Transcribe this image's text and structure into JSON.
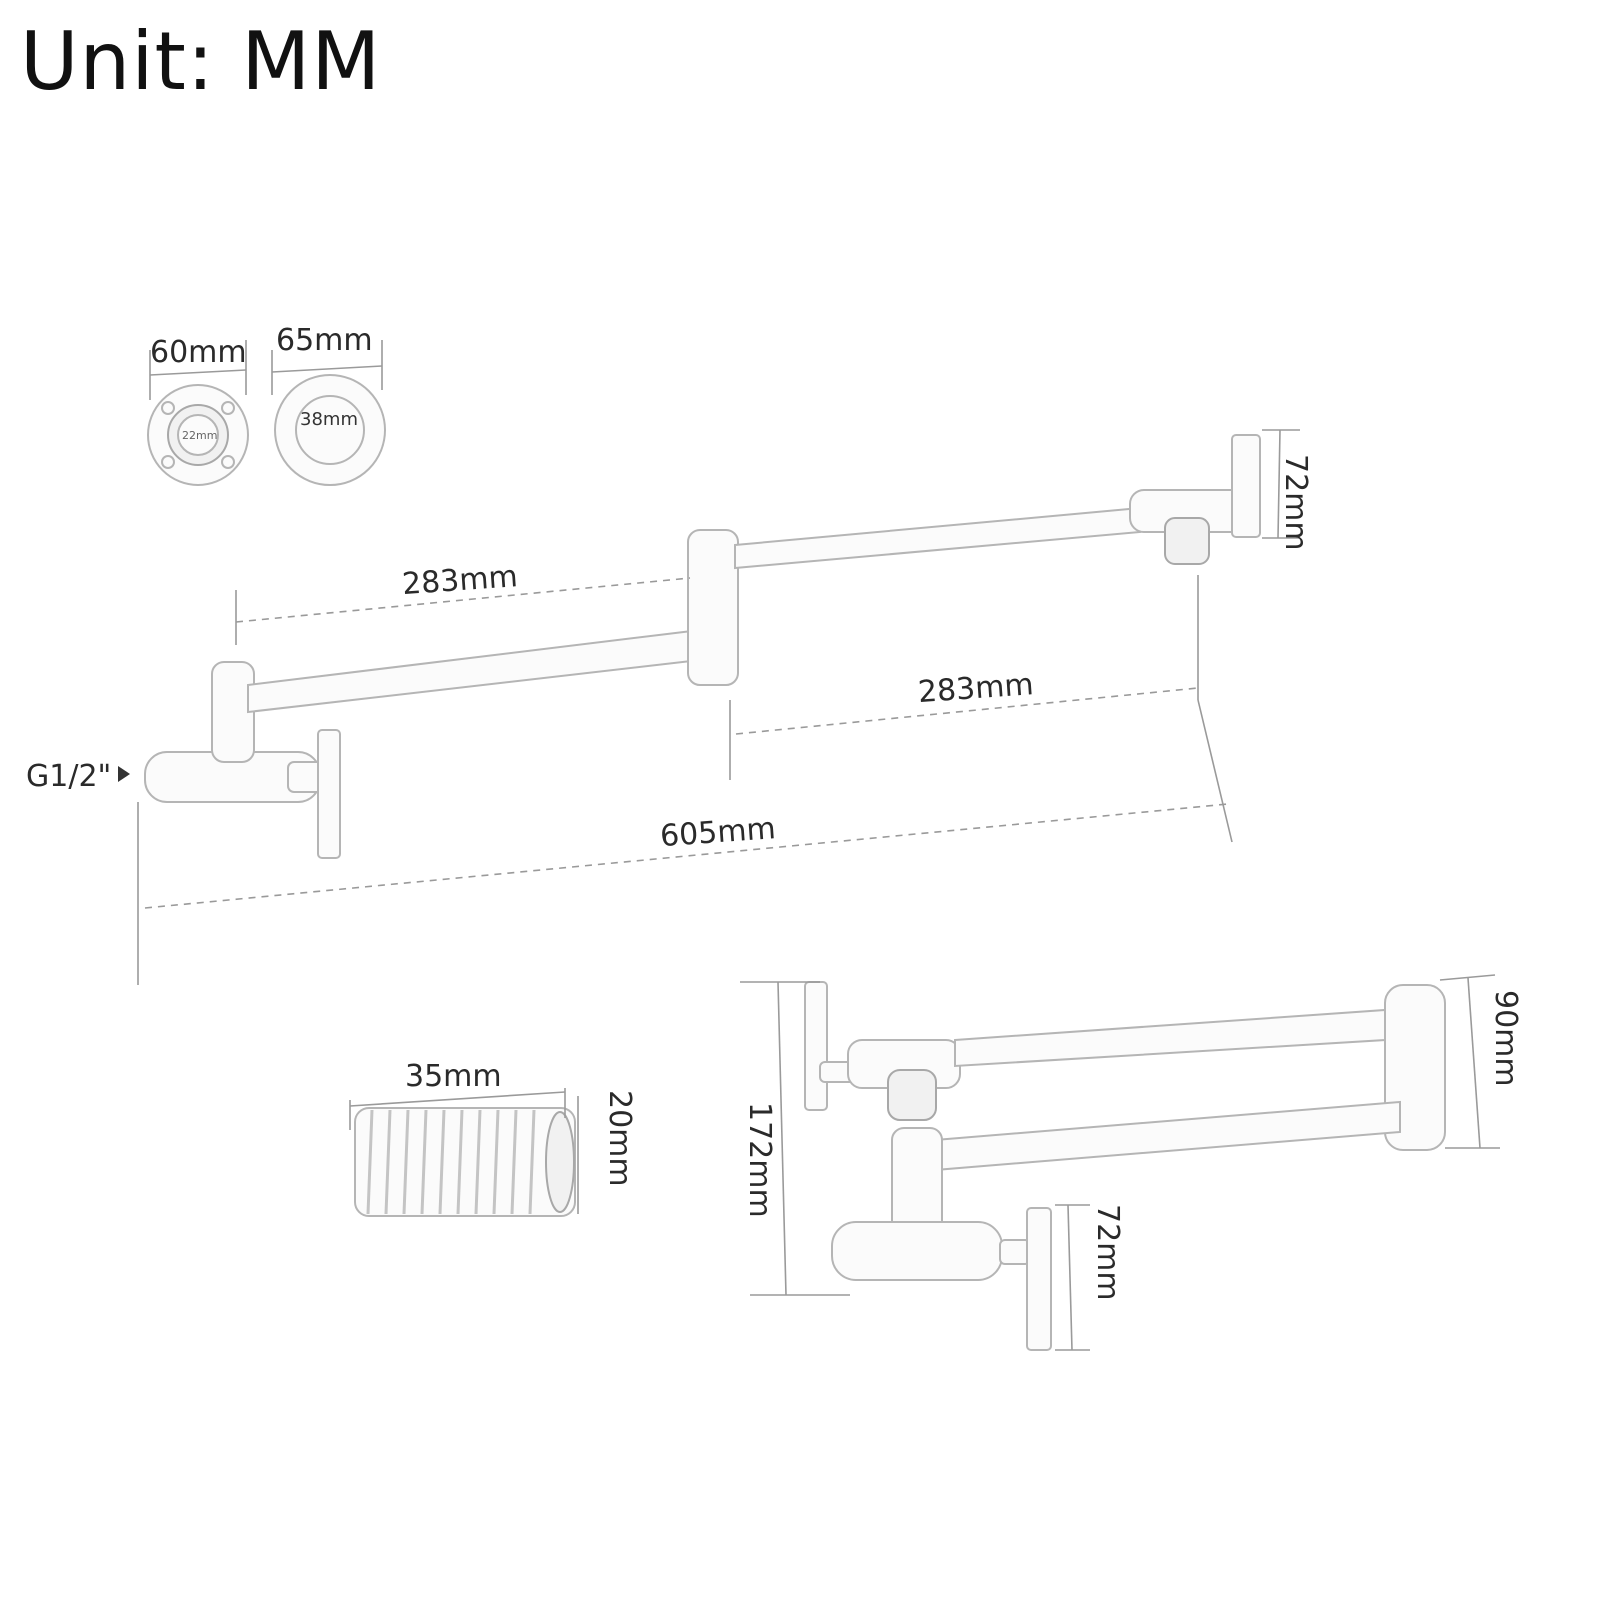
{
  "header": {
    "unit_label": "Unit: MM"
  },
  "plates": {
    "flange_width": "60mm",
    "flange_bore": "22mm",
    "cover_width": "65mm",
    "cover_bore": "38mm"
  },
  "extended_view": {
    "inlet_thread": "G1/2\"",
    "arm_length_1": "283mm",
    "arm_length_2": "283mm",
    "total_reach": "605mm",
    "handle_height": "72mm"
  },
  "aerator": {
    "length": "35mm",
    "diameter": "20mm"
  },
  "folded_view": {
    "total_height": "172mm",
    "arm_spacing": "90mm",
    "handle_height": "72mm"
  }
}
